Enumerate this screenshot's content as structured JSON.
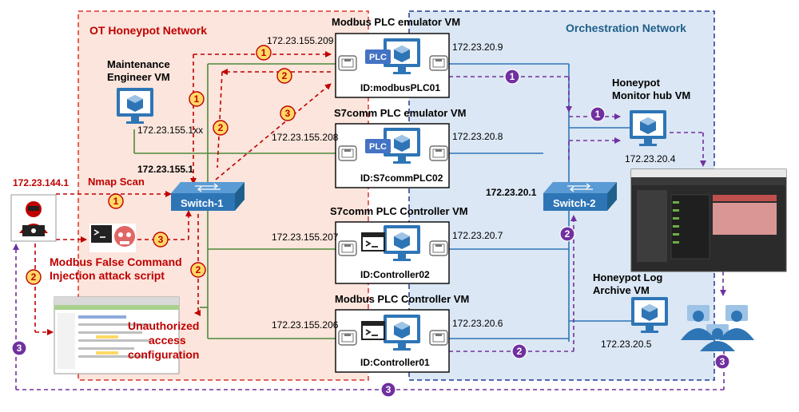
{
  "networks": {
    "ot_title": "OT Honeypot Network",
    "orchestration_title": "Orchestration Network"
  },
  "vms": {
    "modbus_emulator": {
      "title": "Modbus PLC emulator VM",
      "id": "ID:modbusPLC01",
      "ot_ip": "172.23.155.209",
      "orch_ip": "172.23.20.9",
      "badge": "PLC"
    },
    "s7_emulator": {
      "title": "S7comm PLC emulator VM",
      "id": "ID:S7commPLC02",
      "ot_ip": "172.23.155.208",
      "orch_ip": "172.23.20.8",
      "badge": "PLC"
    },
    "s7_controller": {
      "title": "S7comm PLC Controller VM",
      "id": "ID:Controller02",
      "ot_ip": "172.23.155.207",
      "orch_ip": "172.23.20.7"
    },
    "modbus_controller": {
      "title": "Modbus PLC Controller VM",
      "id": "ID:Controller01",
      "ot_ip": "172.23.155.206",
      "orch_ip": "172.23.20.6"
    },
    "maintenance": {
      "title_line1": "Maintenance",
      "title_line2": "Engineer VM",
      "ip": "172.23.155.1xx"
    },
    "monitor_hub": {
      "title_line1": "Honeypot",
      "title_line2": "Monitor hub  VM",
      "ip": "172.23.20.4"
    },
    "log_archive": {
      "title_line1": "Honeypot Log",
      "title_line2": "Archive VM",
      "ip": "172.23.20.5"
    }
  },
  "switches": {
    "switch1": {
      "label": "Switch-1",
      "ip": "172.23.155.1"
    },
    "switch2": {
      "label": "Switch-2",
      "ip": "172.23.20.1"
    }
  },
  "attacker": {
    "ip": "172.23.144.1",
    "nmap_label": "Nmap Scan",
    "script_label_line1": "Modbus False Command",
    "script_label_line2": "Injection attack script",
    "unauth_line1": "Unauthorized",
    "unauth_line2": "access",
    "unauth_line3": "configuration"
  },
  "step_markers": {
    "ot_steps": [
      "1",
      "2",
      "3",
      "1",
      "2",
      "1",
      "3",
      "2",
      "2"
    ],
    "orch_steps": [
      "1",
      "1",
      "2",
      "2",
      "3",
      "3",
      "3"
    ]
  },
  "colors": {
    "ot_fill": "#fbe5dc",
    "ot_border": "#d9342b",
    "orch_fill": "#dbe7f4",
    "orch_border": "#1f3a93",
    "attack_red": "#c00000",
    "orch_purple": "#7030a0",
    "marker_fill": "#ffd966",
    "green_link": "#4e8a3a",
    "blue_link": "#2e75b6"
  }
}
